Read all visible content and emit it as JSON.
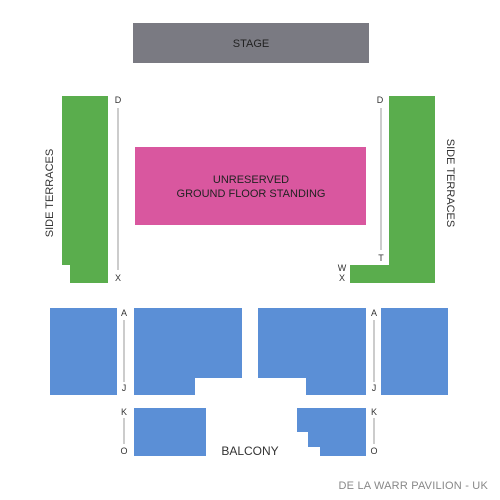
{
  "venue": "DE LA WARR PAVILION - UK",
  "colors": {
    "stage": "#7a7a82",
    "standing": "#d9579f",
    "terraces": "#5aad4d",
    "balcony": "#5b8fd6",
    "row_line": "#999999"
  },
  "sections": {
    "stage": "STAGE",
    "standing_line1": "UNRESERVED",
    "standing_line2": "GROUND FLOOR STANDING",
    "side_terraces_left": "SIDE TERRACES",
    "side_terraces_right": "SIDE TERRACES",
    "balcony": "BALCONY"
  },
  "rows": {
    "terrace_left_top": "D",
    "terrace_left_bottom": "X",
    "terrace_right_top": "D",
    "terrace_right_t": "T",
    "terrace_right_w": "W",
    "terrace_right_x": "X",
    "balcony_left_top": "A",
    "balcony_left_mid": "J",
    "balcony_right_top": "A",
    "balcony_right_mid": "J",
    "balcony_left_k": "K",
    "balcony_left_o": "O",
    "balcony_right_k": "K",
    "balcony_right_o": "O"
  }
}
